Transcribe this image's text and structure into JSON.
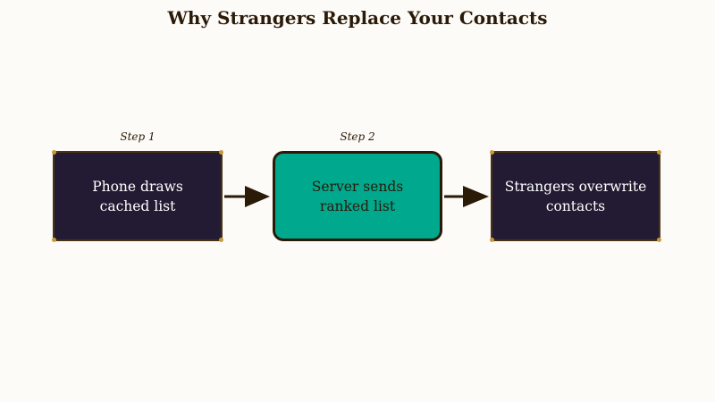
{
  "title": "Why Strangers Replace Your Contacts",
  "colors": {
    "background": "#fdfbf7",
    "dark_box": "#231b33",
    "accent_box": "#00a88e",
    "ink": "#2a1a08"
  },
  "steps": [
    {
      "label": "Step 1",
      "text": "Phone draws\ncached list"
    },
    {
      "label": "Step 2",
      "text": "Server sends\nranked list"
    },
    {
      "label": "",
      "text": "Strangers overwrite\ncontacts"
    }
  ],
  "connections": [
    {
      "from": 0,
      "to": 1
    },
    {
      "from": 1,
      "to": 2
    }
  ]
}
